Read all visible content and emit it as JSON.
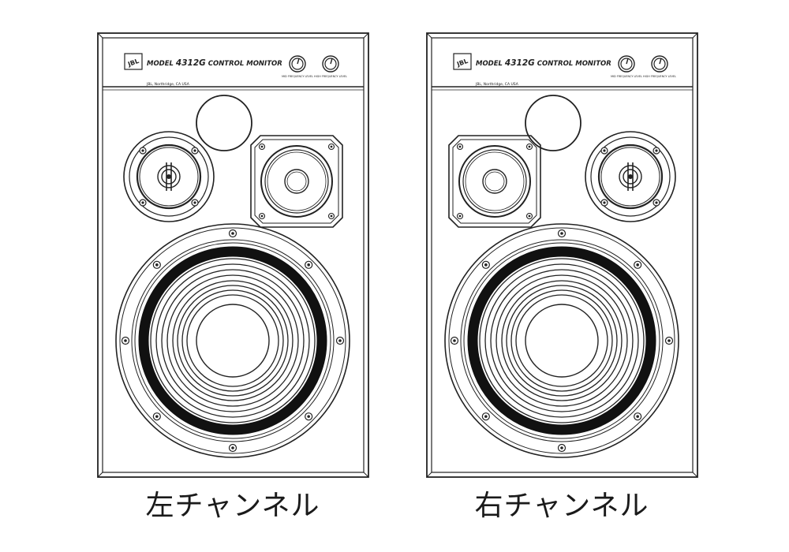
{
  "speakers": [
    {
      "id": "left",
      "caption": "左チャンネル",
      "mirrored": false,
      "logo": "JBL",
      "model_prefix": "MODEL ",
      "model_number": "4312G",
      "model_suffix": " CONTROL MONITOR",
      "origin": "JBL, Northridge, CA USA",
      "knob_labels": [
        "MID FREQUENCY LEVEL",
        "HIGH FREQUENCY LEVEL"
      ]
    },
    {
      "id": "right",
      "caption": "右チャンネル",
      "mirrored": true,
      "logo": "JBL",
      "model_prefix": "MODEL ",
      "model_number": "4312G",
      "model_suffix": " CONTROL MONITOR",
      "origin": "JBL, Northridge, CA USA",
      "knob_labels": [
        "MID FREQUENCY LEVEL",
        "HIGH FREQUENCY LEVEL"
      ]
    }
  ]
}
